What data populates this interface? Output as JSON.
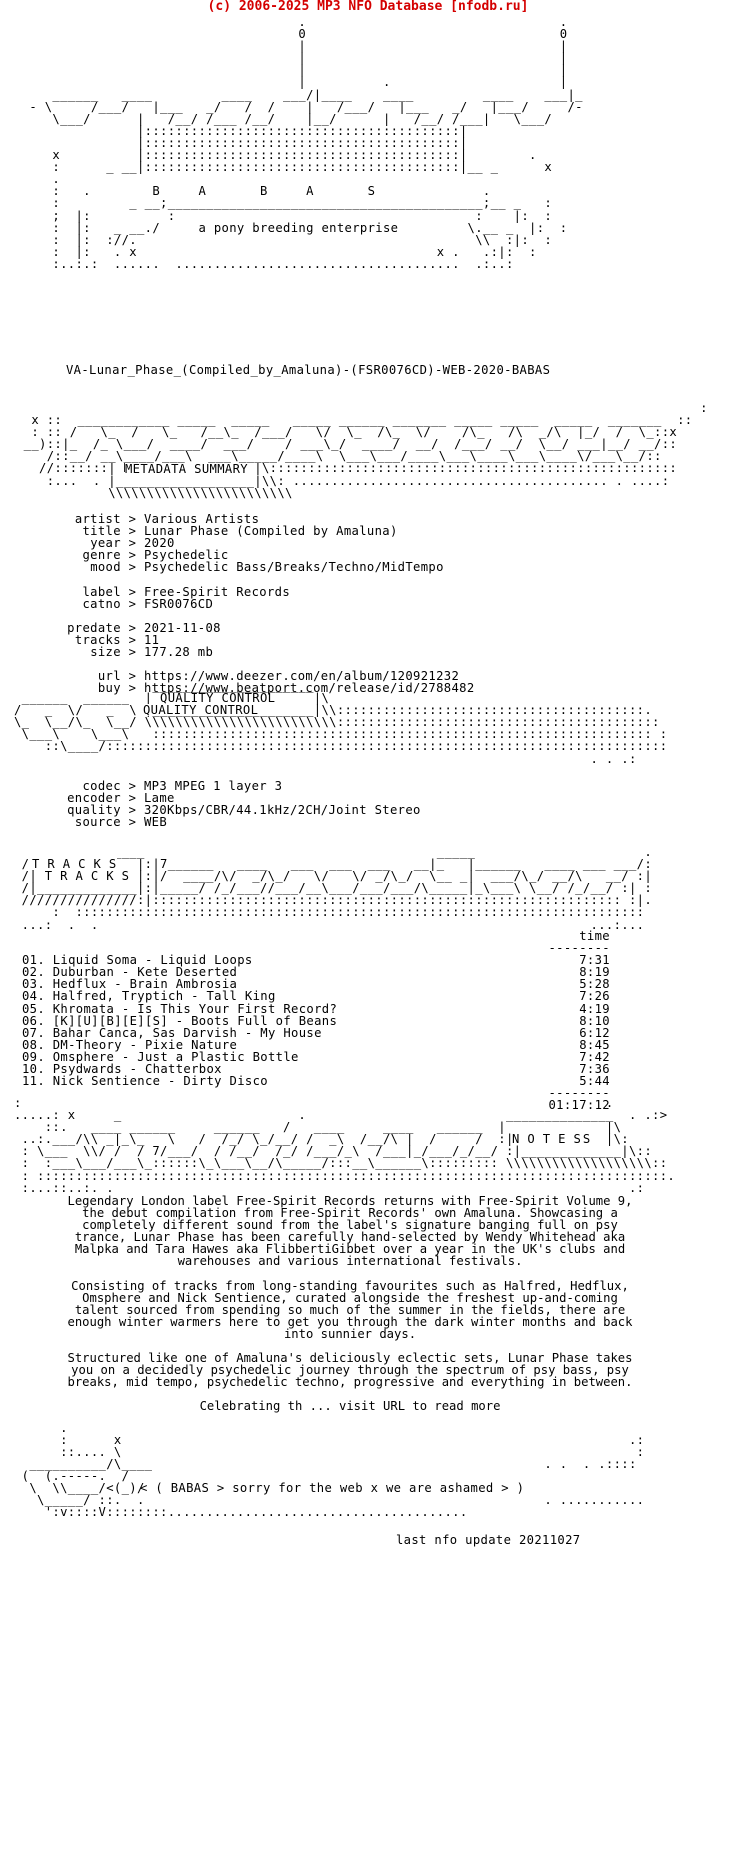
{
  "header": "(c) 2006-2025 MP3 NFO Database [nfodb.ru]",
  "logo_art": [
    "                                     .                                 .",
    "                                     0                                 0",
    "                                     |                                 |",
    "                                     |                                 |",
    "                                     |                                 |",
    "                                     |          .                      |",
    "     ______   ____         ____    ___/|____    ____         ____    ___|_  ",
    "  - \\     /___/   |___   _/   /  /    |   /___/   |___   _/   |___/     /-",
    "     \\___/      |   /__/ /___ /__/    |__/      |   /__/ /___|   \\___/   ",
    "                |:::::::::::::::::::::::::::::::::::::::::|",
    "                |:::::::::::::::::::::::::::::::::::::::::|",
    "     x          |:::::::::::::::::::::::::::::::::::::::::|        .",
    "     :      _ __|:::::::::::::::::::::::::::::::::::::::::|__ _      x",
    "     .",
    "     :   .        B     A       B     A       S              .",
    "     :         _ __;_________________________________________;__ _   :",
    "     ;  |:          :                                       :    |:  :",
    "     :  |:   _ __./     a pony breeding enterprise         \\.__ _  |:  :",
    "     :  |:  ://.                                            \\\\  :|:  :",
    "     :  |:   . x                                       x .   .:|:  :",
    "     :..:.:  ......  .....................................  .:..:"
  ],
  "release_name": "VA-Lunar_Phase_(Compiled_by_Amaluna)-(FSR0076CD)-WEB-2020-BABAS",
  "metadata_banner": "METADATA SUMMARY",
  "metadata": [
    {
      "key": "artist",
      "value": "Various Artists"
    },
    {
      "key": "title",
      "value": "Lunar Phase (Compiled by Amaluna)"
    },
    {
      "key": "year",
      "value": "2020"
    },
    {
      "key": "genre",
      "value": "Psychedelic"
    },
    {
      "key": "mood",
      "value": "Psychedelic Bass/Breaks/Techno/MidTempo"
    },
    {
      "key": "",
      "value": ""
    },
    {
      "key": "label",
      "value": "Free-Spirit Records"
    },
    {
      "key": "catno",
      "value": "FSR0076CD"
    },
    {
      "key": "",
      "value": ""
    },
    {
      "key": "predate",
      "value": "2021-11-08"
    },
    {
      "key": "tracks",
      "value": "11"
    },
    {
      "key": "size",
      "value": "177.28 mb"
    },
    {
      "key": "",
      "value": ""
    },
    {
      "key": "url",
      "value": "https://www.deezer.com/en/album/120921232"
    },
    {
      "key": "buy",
      "value": "https://www.beatport.com/release/id/2788482"
    }
  ],
  "quality_banner": "QUALITY CONTROL",
  "quality": [
    {
      "key": "codec",
      "value": "MP3 MPEG 1 layer 3"
    },
    {
      "key": "encoder",
      "value": "Lame"
    },
    {
      "key": "quality",
      "value": "320Kbps/CBR/44.1kHz/2CH/Joint Stereo"
    },
    {
      "key": "source",
      "value": "WEB"
    }
  ],
  "tracks_banner": "T R A C K S",
  "tracks_header": "time",
  "tracks": [
    {
      "no": "01.",
      "title": "Liquid Soma - Liquid Loops",
      "time": "7:31"
    },
    {
      "no": "02.",
      "title": "Duburban - Kete Deserted",
      "time": "8:19"
    },
    {
      "no": "03.",
      "title": "Hedflux - Brain Ambrosia",
      "time": "5:28"
    },
    {
      "no": "04.",
      "title": "Halfred, Tryptich - Tall King",
      "time": "7:26"
    },
    {
      "no": "05.",
      "title": "Khromata - Is This Your First Record?",
      "time": "4:19"
    },
    {
      "no": "06.",
      "title": "[K][U][B][E][S] - Boots Full of Beans",
      "time": "8:10"
    },
    {
      "no": "07.",
      "title": "Bahar Canca, Sas Darvish - My House",
      "time": "6:12"
    },
    {
      "no": "08.",
      "title": "DM-Theory - Pixie Nature",
      "time": "8:45"
    },
    {
      "no": "09.",
      "title": "Omsphere - Just a Plastic Bottle",
      "time": "7:42"
    },
    {
      "no": "10.",
      "title": "Psydwards - Chatterbox",
      "time": "7:36"
    },
    {
      "no": "11.",
      "title": "Nick Sentience - Dirty Disco",
      "time": "5:44"
    }
  ],
  "tracks_total": "01:17:12",
  "notes_banner": "N O T E S",
  "notes": [
    "Legendary London label Free-Spirit Records returns with Free-Spirit Volume 9, the debut compilation from Free-Spirit Records' own Amaluna. Showcasing a completely different sound from the label's signature banging full on psy trance, Lunar Phase has been carefully hand-selected by Wendy Whitehead aka Malpka and Tara Hawes aka FlibbertiGibbet over a year in the UK's clubs and warehouses and various international festivals.",
    "Consisting of tracks from long-standing favourites such as Halfred, Hedflux, Omsphere and Nick Sentience, curated alongside the freshest up-and-coming talent sourced from spending so much of the summer in the fields, there are enough winter warmers here to get you through the dark winter months and back into sunnier days.",
    "Structured like one of Amaluna's deliciously eclectic sets, Lunar Phase takes you on a decidedly psychedelic journey through the spectrum of psy bass, psy breaks, mid tempo, psychedelic techno, progressive and everything in between.",
    "Celebrating th ... visit URL to read more"
  ],
  "footer_message": "< ( BABAS > sorry for the web x we are ashamed > )",
  "last_update": "last nfo update 20211027"
}
